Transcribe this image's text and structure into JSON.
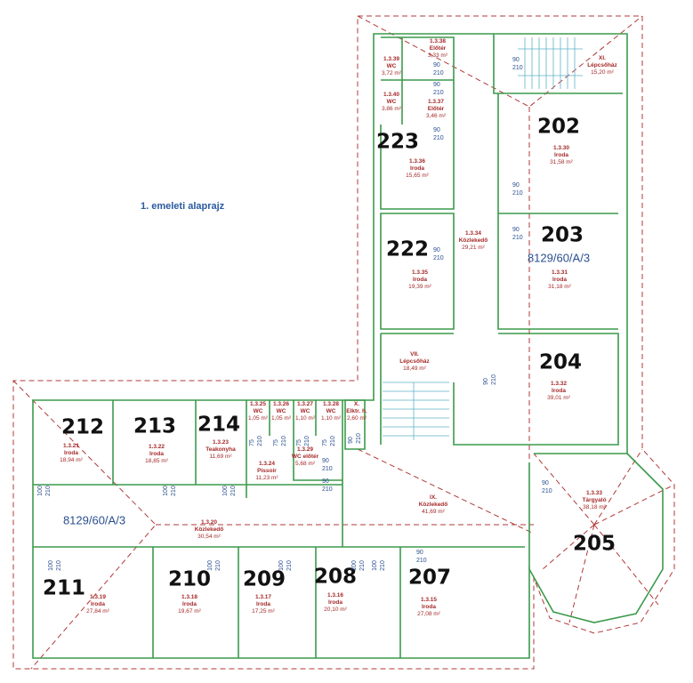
{
  "title": "1. emeleti alaprajz",
  "parcel_id": "8129/60/A/3",
  "colors": {
    "wall_green": "#3c9a4c",
    "roof_dashed": "#b23838",
    "label_red": "#a52828",
    "text_blue": "#2a4f90"
  },
  "rooms": {
    "r38": {
      "code": "1.3.38",
      "name": "Előtér",
      "area": "3,33 m²"
    },
    "r39": {
      "code": "1.3.39",
      "name": "WC",
      "area": "3,72 m²"
    },
    "r40": {
      "code": "1.3.40",
      "name": "WC",
      "area": "3,86 m²"
    },
    "r37": {
      "code": "1.3.37",
      "name": "Előtér",
      "area": "3,46 m²"
    },
    "r223": {
      "number": "223",
      "code": "1.3.36",
      "name": "Iroda",
      "area": "15,65 m²"
    },
    "stairXI": {
      "code": "XI.",
      "name": "Lépcsőház",
      "area": "15,20 m²"
    },
    "r202": {
      "number": "202",
      "code": "1.3.30",
      "name": "Iroda",
      "area": "31,58 m²"
    },
    "r222": {
      "number": "222",
      "code": "1.3.35",
      "name": "Iroda",
      "area": "19,39 m²"
    },
    "corr34": {
      "code": "1.3.34",
      "name": "Közlekedő",
      "area": "29,21 m²"
    },
    "r203": {
      "number": "203",
      "code": "1.3.31",
      "name": "Iroda",
      "area": "31,18 m²"
    },
    "stairVII": {
      "code": "VII.",
      "name": "Lépcsőház",
      "area": "18,49 m²"
    },
    "r204": {
      "number": "204",
      "code": "1.3.32",
      "name": "Iroda",
      "area": "39,01 m²"
    },
    "r212": {
      "number": "212",
      "code": "1.3.21",
      "name": "Iroda",
      "area": "18,94 m²"
    },
    "r213": {
      "number": "213",
      "code": "1.3.22",
      "name": "Iroda",
      "area": "18,85 m²"
    },
    "r214": {
      "number": "214",
      "code": "1.3.23",
      "name": "Teakonyha",
      "area": "11,69 m²"
    },
    "wc25": {
      "code": "1.3.25",
      "name": "WC",
      "area": "1,05 m²"
    },
    "wc26": {
      "code": "1.3.26",
      "name": "WC",
      "area": "1,05 m²"
    },
    "wc27": {
      "code": "1.3.27",
      "name": "WC",
      "area": "1,10 m²"
    },
    "wc28": {
      "code": "1.3.28",
      "name": "WC",
      "area": "1,10 m²"
    },
    "elktr": {
      "code": "X.",
      "name": "Elktr. h.",
      "area": "2,60 m²"
    },
    "pissoir": {
      "code": "1.3.24",
      "name": "Pissoir",
      "area": "11,23 m²"
    },
    "wcelo": {
      "code": "1.3.29",
      "name": "WC előtér",
      "area": "5,68 m²"
    },
    "corr20": {
      "code": "1.3.20",
      "name": "Közlekedő",
      "area": "30,54 m²"
    },
    "corrIX": {
      "code": "IX.",
      "name": "Közlekedő",
      "area": "41,69 m²"
    },
    "r205": {
      "number": "205",
      "code": "1.3.33",
      "name": "Tárgyaló",
      "area": "38,18 m²"
    },
    "r211": {
      "number": "211",
      "code": "1.3.19",
      "name": "Iroda",
      "area": "27,84 m²"
    },
    "r210": {
      "number": "210",
      "code": "1.3.18",
      "name": "Iroda",
      "area": "19,67 m²"
    },
    "r209": {
      "number": "209",
      "code": "1.3.17",
      "name": "Iroda",
      "area": "17,25 m²"
    },
    "r208": {
      "number": "208",
      "code": "1.3.16",
      "name": "Iroda",
      "area": "20,10 m²"
    },
    "r207": {
      "number": "207",
      "code": "1.3.15",
      "name": "Iroda",
      "area": "27,08 m²"
    }
  },
  "doors": [
    {
      "w": "90",
      "h": "210"
    },
    {
      "w": "90",
      "h": "210"
    },
    {
      "w": "90",
      "h": "210"
    },
    {
      "w": "90",
      "h": "210"
    },
    {
      "w": "90",
      "h": "210"
    },
    {
      "w": "90",
      "h": "210"
    },
    {
      "w": "90",
      "h": "210"
    },
    {
      "w": "90",
      "h": "210"
    },
    {
      "w": "75",
      "h": "210"
    },
    {
      "w": "75",
      "h": "210"
    },
    {
      "w": "75",
      "h": "210"
    },
    {
      "w": "75",
      "h": "210"
    },
    {
      "w": "90",
      "h": "210"
    },
    {
      "w": "90",
      "h": "210"
    },
    {
      "w": "90",
      "h": "210"
    },
    {
      "w": "100",
      "h": "210"
    },
    {
      "w": "100",
      "h": "210"
    },
    {
      "w": "100",
      "h": "210"
    },
    {
      "w": "90",
      "h": "210"
    },
    {
      "w": "100",
      "h": "210"
    },
    {
      "w": "90",
      "h": "210"
    },
    {
      "w": "100",
      "h": "210"
    },
    {
      "w": "100",
      "h": "210"
    },
    {
      "w": "100",
      "h": "210"
    },
    {
      "w": "100",
      "h": "210"
    }
  ]
}
